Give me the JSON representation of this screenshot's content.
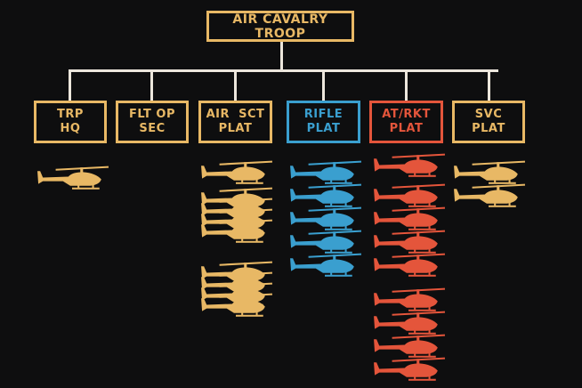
{
  "title": "AIR CAVALRY TROOP",
  "units": [
    {
      "id": "trp-hq",
      "line1": "TRP",
      "line2": "HQ",
      "color": "#e8b865",
      "helicopters": 1
    },
    {
      "id": "flt-op-sec",
      "line1": "FLT OP",
      "line2": "SEC",
      "color": "#e8b865",
      "helicopters": 0
    },
    {
      "id": "air-sct-plat",
      "line1": "AIR  SCT",
      "line2": "PLAT",
      "color": "#e8b865",
      "helicopters": 9
    },
    {
      "id": "rifle-plat",
      "line1": "RIFLE",
      "line2": "PLAT",
      "color": "#3a9fcf",
      "helicopters": 5
    },
    {
      "id": "at-rkt-plat",
      "line1": "AT/RKT",
      "line2": "PLAT",
      "color": "#e4553b",
      "helicopters": 9
    },
    {
      "id": "svc-plat",
      "line1": "SVC",
      "line2": "PLAT",
      "color": "#e8b865",
      "helicopters": 2
    }
  ],
  "colors": {
    "background": "#0e0e0f",
    "lines": "#ece6dc",
    "scout": "#e8b865",
    "rifle": "#3a9fcf",
    "attack": "#e4553b"
  }
}
